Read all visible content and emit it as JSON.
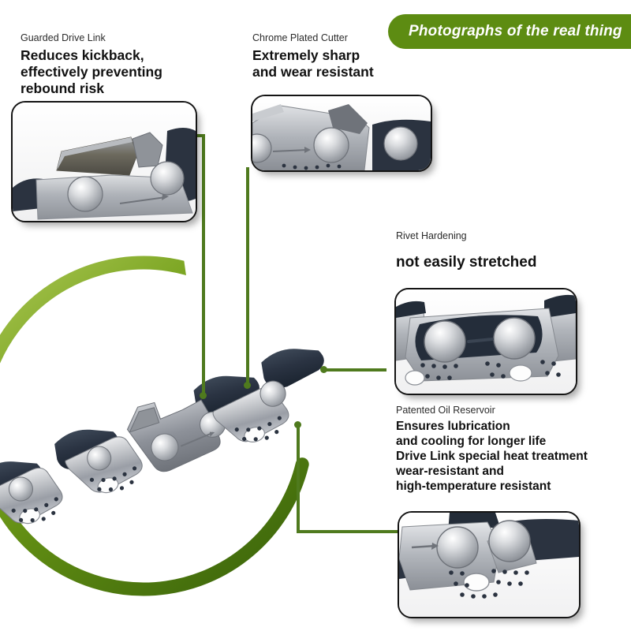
{
  "banner": {
    "label": "Photographs of the real thing",
    "color": "#5d8c12"
  },
  "callouts": [
    {
      "id": "guarded-drive-link",
      "subtitle": "Guarded Drive Link",
      "headline_lines": [
        "Reduces kickback,",
        "effectively preventing",
        "rebound risk"
      ]
    },
    {
      "id": "chrome-plated-cutter",
      "subtitle": "Chrome Plated Cutter",
      "headline_lines": [
        "Extremely sharp",
        "and wear resistant"
      ]
    },
    {
      "id": "rivet-hardening",
      "subtitle": "Rivet Hardening",
      "headline_lines": [
        "not easily stretched"
      ]
    },
    {
      "id": "patented-oil-reservoir",
      "subtitle": "Patented Oil Reservoir",
      "headline_lines": [
        "Ensures lubrication",
        "and cooling for longer life",
        "Drive Link special heat treatment",
        "wear-resistant and",
        "high-temperature resistant"
      ]
    }
  ],
  "panels": [
    {
      "id": "panel-guarded-drive-link",
      "alt": "Close-up photo of guarded drive link with depth gauge"
    },
    {
      "id": "panel-chrome-plated-cutter",
      "alt": "Close-up photo of chrome plated cutter tooth"
    },
    {
      "id": "panel-rivet-hardening",
      "alt": "Close-up photo of hardened rivets and tie straps"
    },
    {
      "id": "panel-oil-reservoir",
      "alt": "Close-up photo of drive link oil reservoir"
    }
  ],
  "hero": {
    "id": "chain-hero",
    "alt": "Chainsaw saw chain shown at an angle inside a green ring"
  },
  "colors": {
    "banner_green": "#5d8c12",
    "connector_green": "#4f7a1e",
    "ring_green_light": "#8ab02a",
    "ring_green_dark": "#46700f",
    "panel_border": "#141414",
    "text": "#111111",
    "background": "#ffffff"
  }
}
